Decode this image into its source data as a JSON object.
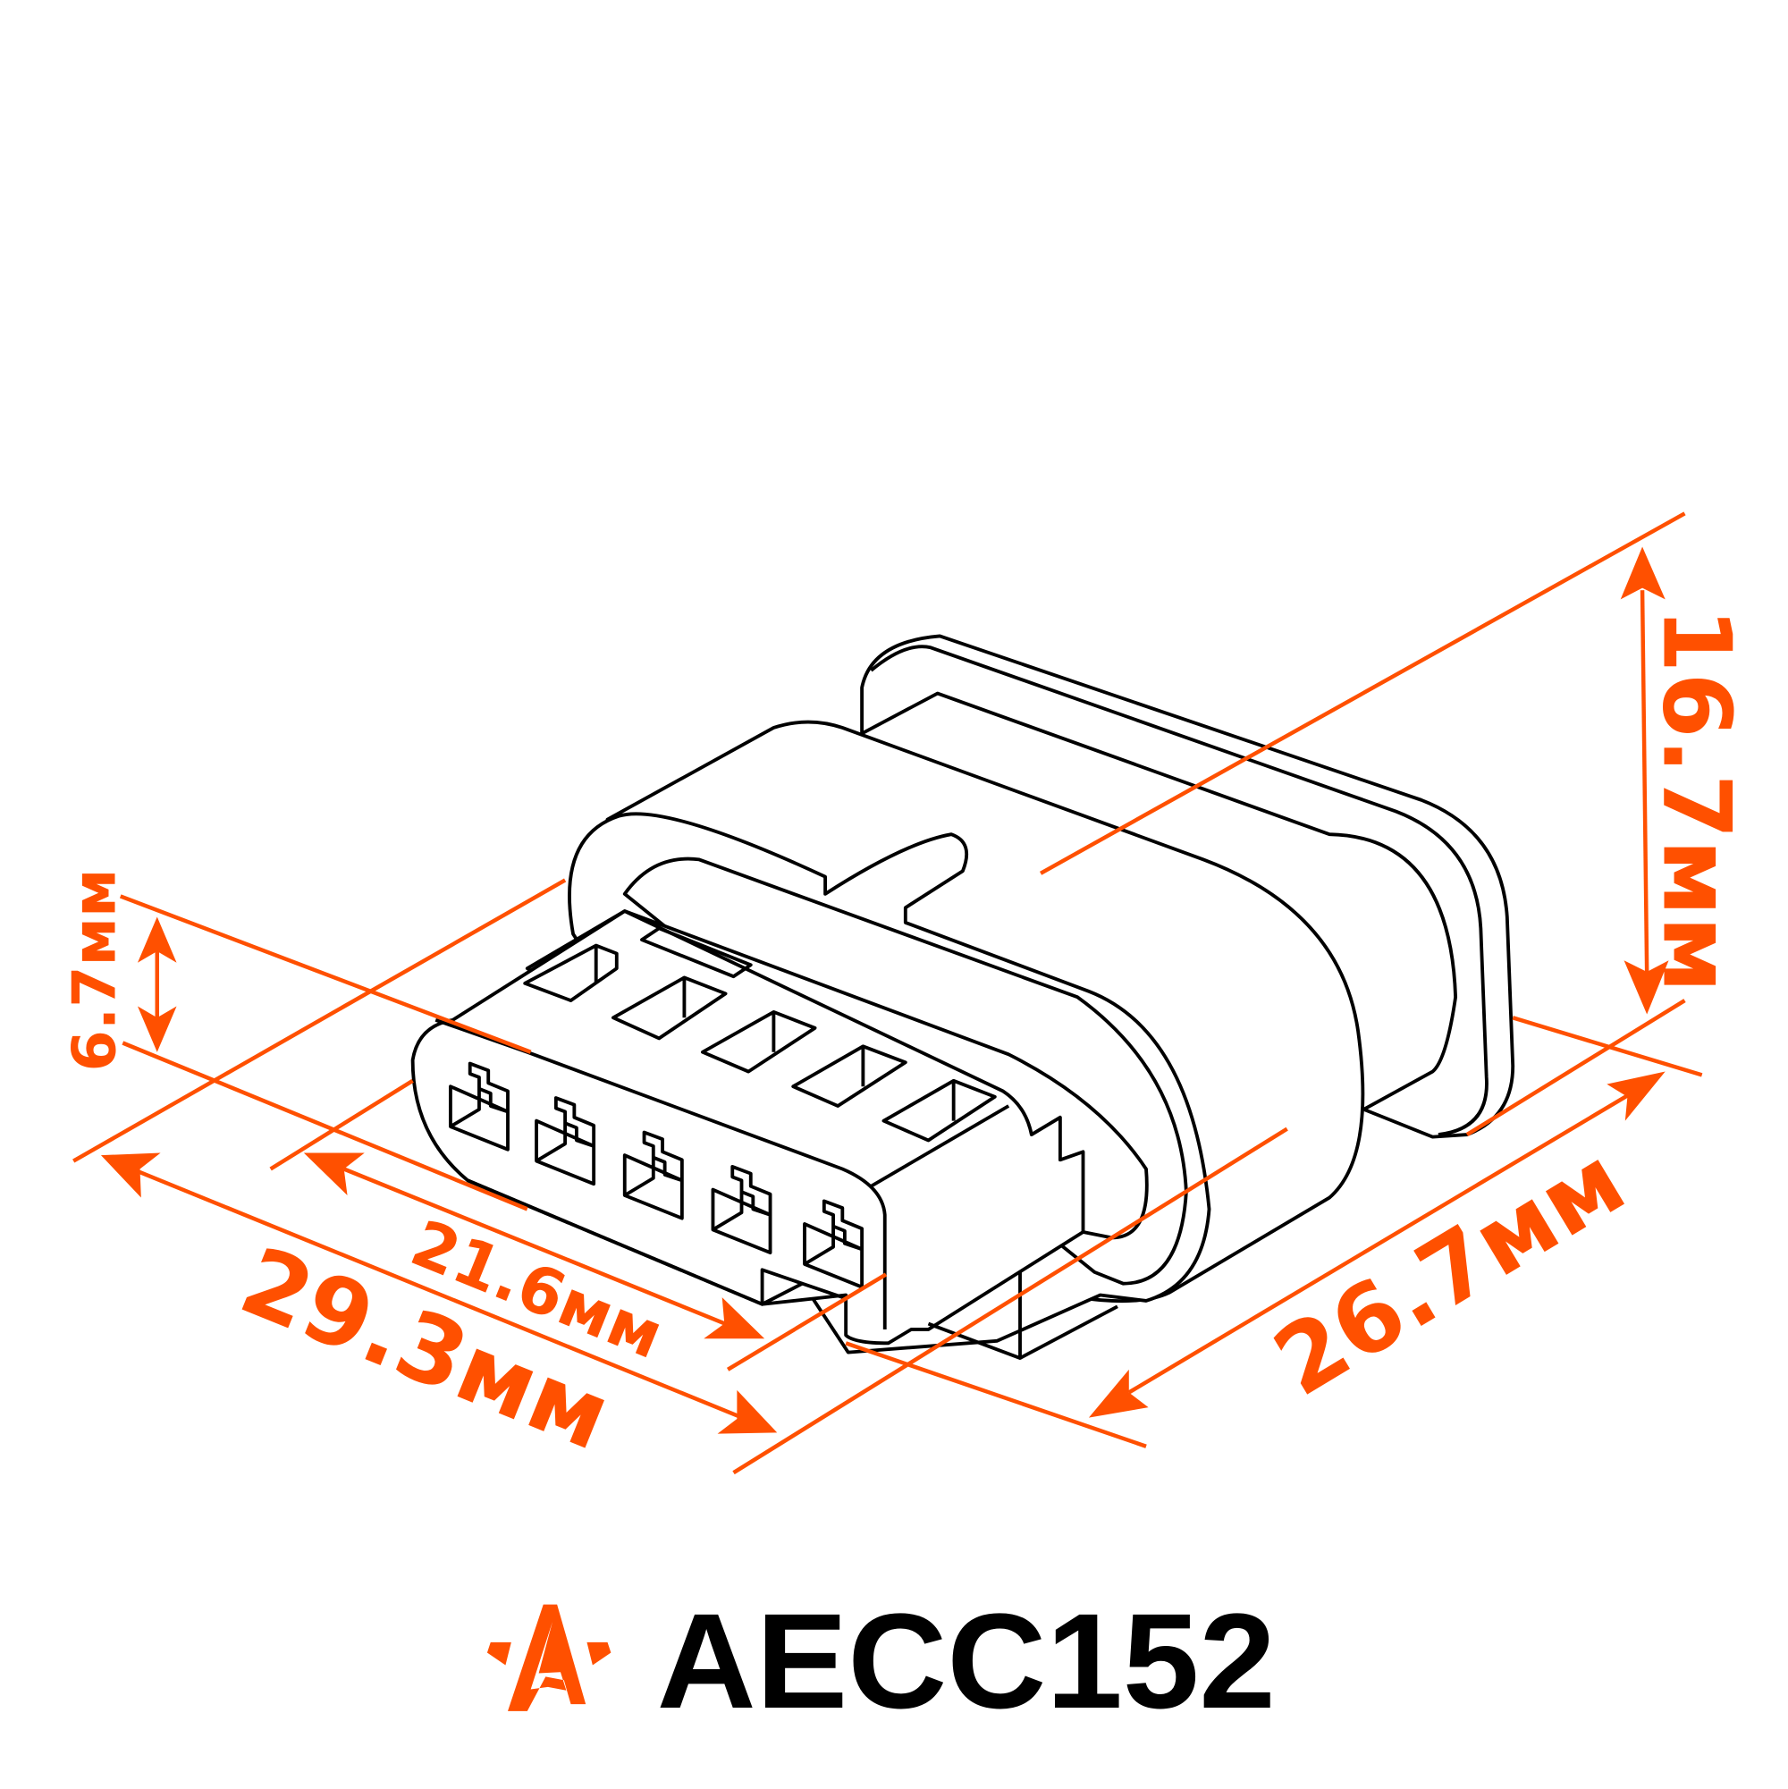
{
  "dimensions": {
    "height_small": "6.7мм",
    "inner_width": "21.6мм",
    "outer_width": "29.3мм",
    "depth": "26.7мм",
    "height_total": "16.7мм"
  },
  "product": {
    "code": "AECC152",
    "logo_icon": "star-a-logo"
  },
  "colors": {
    "accent": "#ff5000",
    "outline": "#000000"
  }
}
